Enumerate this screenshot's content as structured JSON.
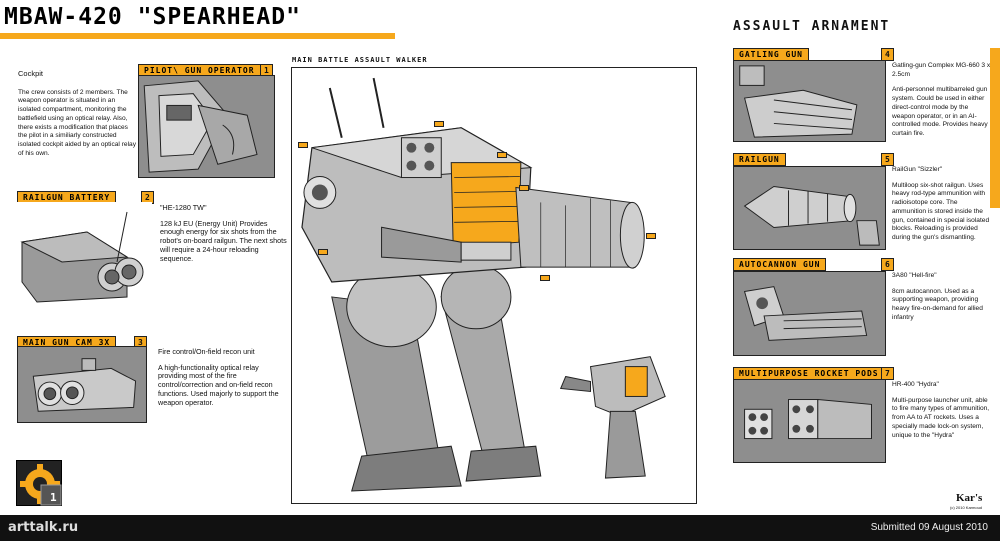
{
  "title": "MBAW-420 \"SPEARHEAD\"",
  "main_label": "MAIN BATTLE ASSAULT WALKER",
  "armament_title": "ASSAULT ARNAMENT",
  "left": {
    "cockpit": {
      "heading": "Cockpit",
      "body": "The crew consists of 2 members. The weapon operator is situated in an isolated compartment, monitoring the battlefield using an optical relay. Also, there exists a modification that places the pilot in a similiarly constructed isolated cockpit aided by an optical relay of his own."
    },
    "pilot_label": "PILOT\\ GUN OPERATOR",
    "pilot_num": "1",
    "railgun_battery_label": "RAILGUN BATTERY",
    "railgun_battery_num": "2",
    "battery_text": {
      "name": "\"HE-1280 TW\"",
      "body": "128 kJ EU (Energy Unit) Provides enough energy for six shots from the robot's on-board railgun. The next shots will require a 24-hour reloading sequence."
    },
    "cam_label": "MAIN GUN CAM 3X",
    "cam_num": "3",
    "cam_text": {
      "heading": "Fire control/On-field recon unit",
      "body": "A high-functionality optical relay providing most of the fire control/correction and on-field recon functions. Used majorly to support the weapon operator."
    }
  },
  "right": {
    "gatling": {
      "label": "GATLING GUN",
      "num": "4",
      "name": "Gatling-gun Complex MG-660 3 x 2.5cm",
      "body": "Anti-personnel multibarreled gun system. Could be used in either direct-control mode by the weapon operator, or in an AI-controlled mode. Provides heavy curtain fire."
    },
    "railgun": {
      "label": "RAILGUN",
      "num": "5",
      "name": "RailGun \"Sizzler\"",
      "body": "Multiloop six-shot railgun. Uses heavy rod-type ammunition with radioisotope core. The ammunition is stored inside the gun, contained in special isolated blocks. Reloading is provided during the gun's dismantling."
    },
    "autocannon": {
      "label": "AUTOCANNON GUN",
      "num": "6",
      "name": "3A80 \"Hell-fire\"",
      "body": "8cm autocannon. Used as a supporting weapon, providing heavy fire-on-demand for allied infantry"
    },
    "rocket": {
      "label": "MULTIPURPOSE ROCKET PODS",
      "num": "7",
      "name": "HR-400 \"Hydra\"",
      "body": "Multi-purpose launcher unit, able to fire many types of ammunition, from AA to AT rockets. Uses a specially made lock-on system, unique to the \"Hydra\""
    }
  },
  "signature": "Kar's",
  "signature_sub": "(c) 2010 Karmoud",
  "badge_num": "1",
  "footer": {
    "site": "arttalk.ru",
    "submitted": "Submitted 09 August 2010"
  },
  "colors": {
    "accent": "#f6a81c",
    "panel": "#8c8c8c",
    "ink": "#111111"
  }
}
